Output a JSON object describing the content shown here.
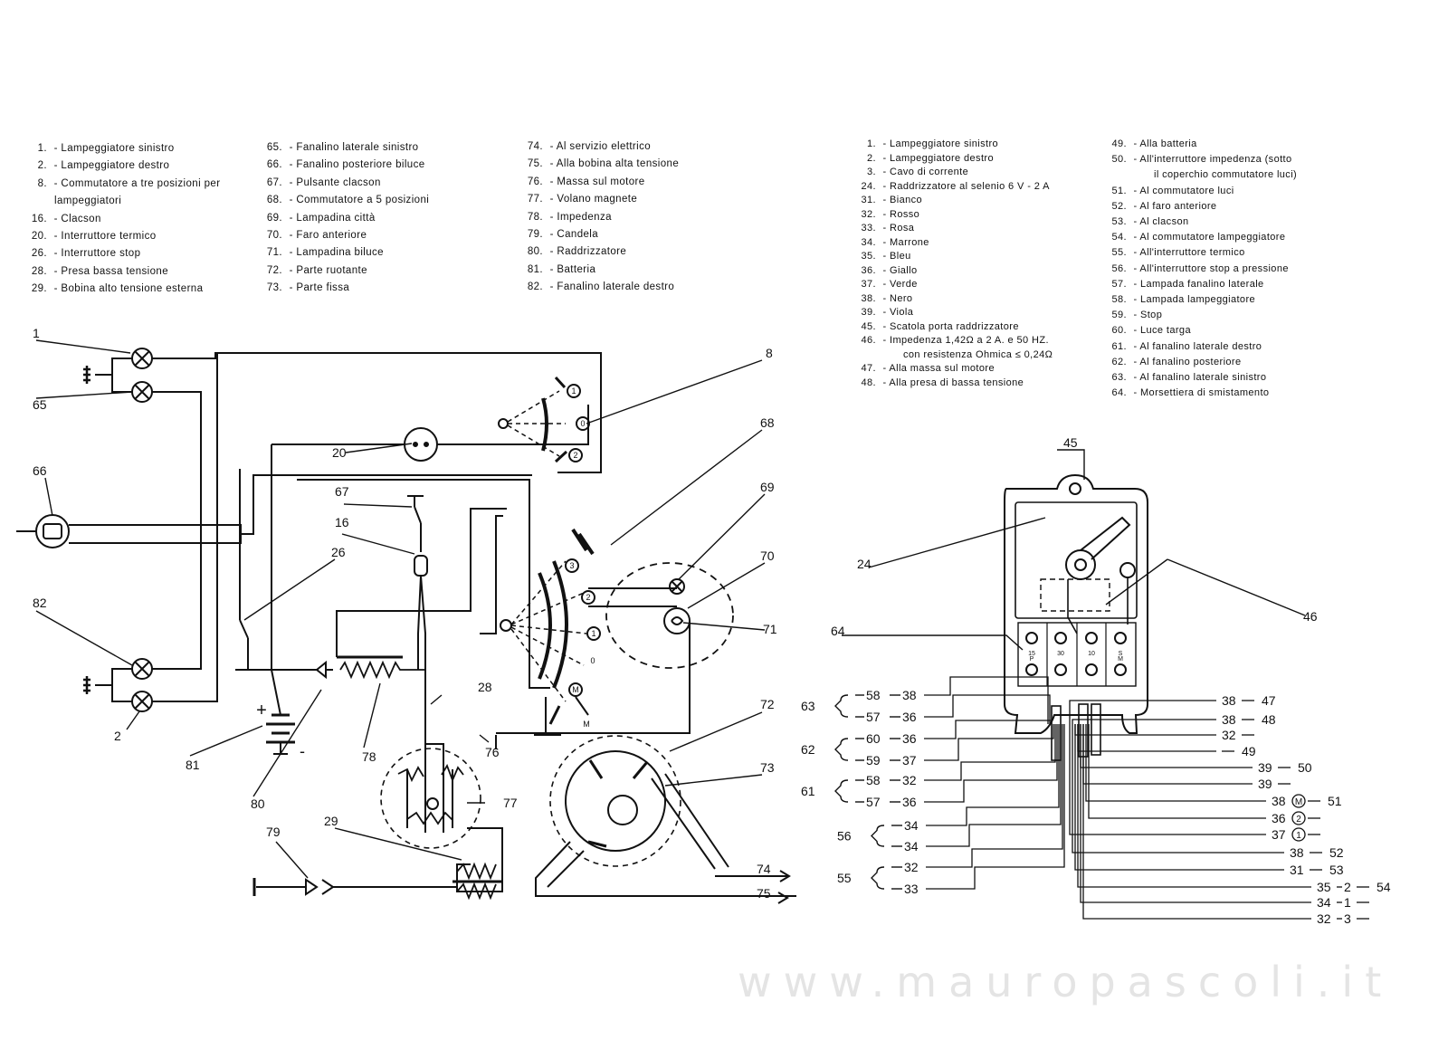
{
  "legend_left": [
    {
      "num": "1.",
      "text": "Lampeggiatore sinistro"
    },
    {
      "num": "2.",
      "text": "Lampeggiatore destro"
    },
    {
      "num": "8.",
      "text": "Commutatore a tre posizioni per",
      "cont": "lampeggiatori"
    },
    {
      "num": "16.",
      "text": "Clacson"
    },
    {
      "num": "20.",
      "text": "Interruttore termico"
    },
    {
      "num": "26.",
      "text": "Interruttore stop"
    },
    {
      "num": "28.",
      "text": "Presa bassa tensione"
    },
    {
      "num": "29.",
      "text": "Bobina alto tensione esterna"
    }
  ],
  "legend_middle": [
    {
      "num": "65.",
      "text": "Fanalino laterale sinistro"
    },
    {
      "num": "66.",
      "text": "Fanalino posteriore biluce"
    },
    {
      "num": "67.",
      "text": "Pulsante clacson"
    },
    {
      "num": "68.",
      "text": "Commutatore a 5 posizioni"
    },
    {
      "num": "69.",
      "text": "Lampadina città"
    },
    {
      "num": "70.",
      "text": "Faro anteriore"
    },
    {
      "num": "71.",
      "text": "Lampadina biluce"
    },
    {
      "num": "72.",
      "text": "Parte ruotante"
    },
    {
      "num": "73.",
      "text": "Parte fissa"
    }
  ],
  "legend_third": [
    {
      "num": "74.",
      "text": "Al servizio elettrico"
    },
    {
      "num": "75.",
      "text": "Alla bobina alta tensione"
    },
    {
      "num": "76.",
      "text": "Massa sul motore"
    },
    {
      "num": "77.",
      "text": "Volano magnete"
    },
    {
      "num": "78.",
      "text": "Impedenza"
    },
    {
      "num": "79.",
      "text": "Candela"
    },
    {
      "num": "80.",
      "text": "Raddrizzatore"
    },
    {
      "num": "81.",
      "text": "Batteria"
    },
    {
      "num": "82.",
      "text": "Fanalino laterale destro"
    }
  ],
  "legend_right_a": [
    {
      "num": "1.",
      "text": "Lampeggiatore sinistro"
    },
    {
      "num": "2.",
      "text": "Lampeggiatore destro"
    },
    {
      "num": "3.",
      "text": "Cavo di corrente"
    },
    {
      "num": "24.",
      "text": "Raddrizzatore al selenio 6 V - 2 A"
    },
    {
      "num": "31.",
      "text": "Bianco"
    },
    {
      "num": "32.",
      "text": "Rosso"
    },
    {
      "num": "33.",
      "text": "Rosa"
    },
    {
      "num": "34.",
      "text": "Marrone"
    },
    {
      "num": "35.",
      "text": "Bleu"
    },
    {
      "num": "36.",
      "text": "Giallo"
    },
    {
      "num": "37.",
      "text": "Verde"
    },
    {
      "num": "38.",
      "text": "Nero"
    },
    {
      "num": "39.",
      "text": "Viola"
    },
    {
      "num": "45.",
      "text": "Scatola porta raddrizzatore"
    },
    {
      "num": "46.",
      "text": "Impedenza 1,42Ω a 2 A. e 50 HZ.",
      "cont": "con resistenza Ohmica ≤ 0,24Ω"
    },
    {
      "num": "47.",
      "text": "Alla massa sul motore"
    },
    {
      "num": "48.",
      "text": "Alla presa di bassa tensione"
    }
  ],
  "legend_right_b": [
    {
      "num": "49.",
      "text": "Alla batteria"
    },
    {
      "num": "50.",
      "text": "All'interruttore impedenza (sotto",
      "cont": "il coperchio commutatore luci)"
    },
    {
      "num": "51.",
      "text": "Al commutatore luci"
    },
    {
      "num": "52.",
      "text": "Al faro anteriore"
    },
    {
      "num": "53.",
      "text": "Al clacson"
    },
    {
      "num": "54.",
      "text": "Al commutatore lampeggiatore"
    },
    {
      "num": "55.",
      "text": "All'interruttore termico"
    },
    {
      "num": "56.",
      "text": "All'interruttore stop a pressione"
    },
    {
      "num": "57.",
      "text": "Lampada fanalino laterale"
    },
    {
      "num": "58.",
      "text": "Lampada lampeggiatore"
    },
    {
      "num": "59.",
      "text": "Stop"
    },
    {
      "num": "60.",
      "text": "Luce targa"
    },
    {
      "num": "61.",
      "text": "Al fanalino laterale destro"
    },
    {
      "num": "62.",
      "text": "Al fanalino posteriore"
    },
    {
      "num": "63.",
      "text": "Al fanalino laterale sinistro"
    },
    {
      "num": "64.",
      "text": "Morsettiera di smistamento"
    }
  ],
  "callouts_left": [
    "1",
    "65",
    "66",
    "82",
    "2",
    "81",
    "80",
    "78",
    "79",
    "29",
    "77",
    "28",
    "76",
    "26",
    "16",
    "67",
    "20",
    "8",
    "68",
    "69",
    "70",
    "71",
    "72",
    "73",
    "74",
    "75"
  ],
  "callouts_right": [
    "45",
    "24",
    "46",
    "64"
  ],
  "switch_marks": [
    "1",
    "0",
    "2",
    "3",
    "2",
    "1",
    "0",
    "M",
    "M",
    "-",
    "+"
  ],
  "terminal_labels": [
    "15",
    "P",
    "30",
    "10",
    "S",
    "M"
  ],
  "wire_left": [
    {
      "group": "63",
      "a": "58",
      "b": "38",
      "c": "57",
      "d": "36"
    },
    {
      "group": "62",
      "a": "60",
      "b": "36",
      "c": "59",
      "d": "37"
    },
    {
      "group": "61",
      "a": "58",
      "b": "32",
      "c": "57",
      "d": "36"
    },
    {
      "group": "56",
      "b": "34",
      "d": "34"
    },
    {
      "group": "55",
      "b": "32",
      "d": "33"
    }
  ],
  "wire_right": [
    {
      "text": "38",
      "tag": "47"
    },
    {
      "text": "38",
      "tag": "48"
    },
    {
      "text": "32",
      "tag": ""
    },
    {
      "text": "",
      "tag": "49"
    },
    {
      "text": "39",
      "tag": "50"
    },
    {
      "text": "39",
      "tag": ""
    },
    {
      "text": "38",
      "mark": "M",
      "tag": "51"
    },
    {
      "text": "36",
      "mark": "2",
      "tag": ""
    },
    {
      "text": "37",
      "mark": "1",
      "tag": ""
    },
    {
      "text": "38",
      "tag": "52"
    },
    {
      "text": "31",
      "tag": "53"
    },
    {
      "text": "35",
      "sub": "2",
      "tag": "54"
    },
    {
      "text": "34",
      "sub": "1",
      "tag": ""
    },
    {
      "text": "32",
      "sub": "3",
      "tag": ""
    }
  ],
  "watermark": "www.mauropascoli.it"
}
